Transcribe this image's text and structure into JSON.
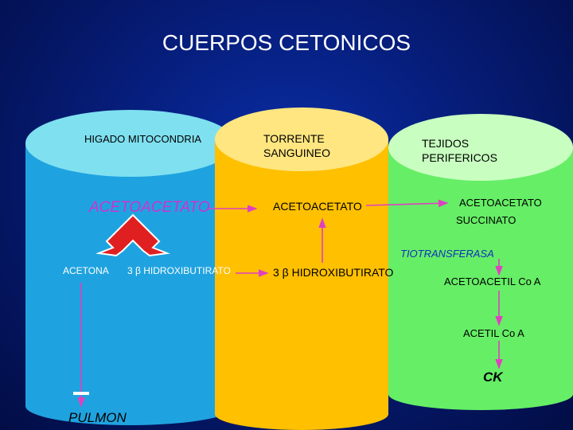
{
  "title": "CUERPOS CETONICOS",
  "colors": {
    "background": "#061d7a",
    "liver": "#1fa3e0",
    "liver_top": "#7fe0f0",
    "blood": "#ffc000",
    "blood_top": "#ffe680",
    "tissue": "#66ee66",
    "tissue_top": "#c8ffc0",
    "arrow_magenta": "#e040c0",
    "split_arrow": "#e02020"
  },
  "compartments": {
    "liver": {
      "header": "HIGADO MITOCONDRIA",
      "acetoacetato": "ACETOACETATO",
      "acetona": "ACETONA",
      "hidroxibutirato": "3 β HIDROXIBUTIRATO",
      "pulmon": "PULMON"
    },
    "blood": {
      "header_line1": "TORRENTE",
      "header_line2": "SANGUINEO",
      "acetoacetato": "ACETOACETATO",
      "hidroxibutirato": "3 β HIDROXIBUTIRATO"
    },
    "tissues": {
      "header_line1": "TEJIDOS",
      "header_line2": "PERIFERICOS",
      "acetoacetato": "ACETOACETATO",
      "succinato": "SUCCINATO",
      "enzyme": "TIOTRANSFERASA",
      "acetoacetil": "ACETOACETIL Co A",
      "acetil": "ACETIL Co A",
      "ck": "CK"
    }
  }
}
